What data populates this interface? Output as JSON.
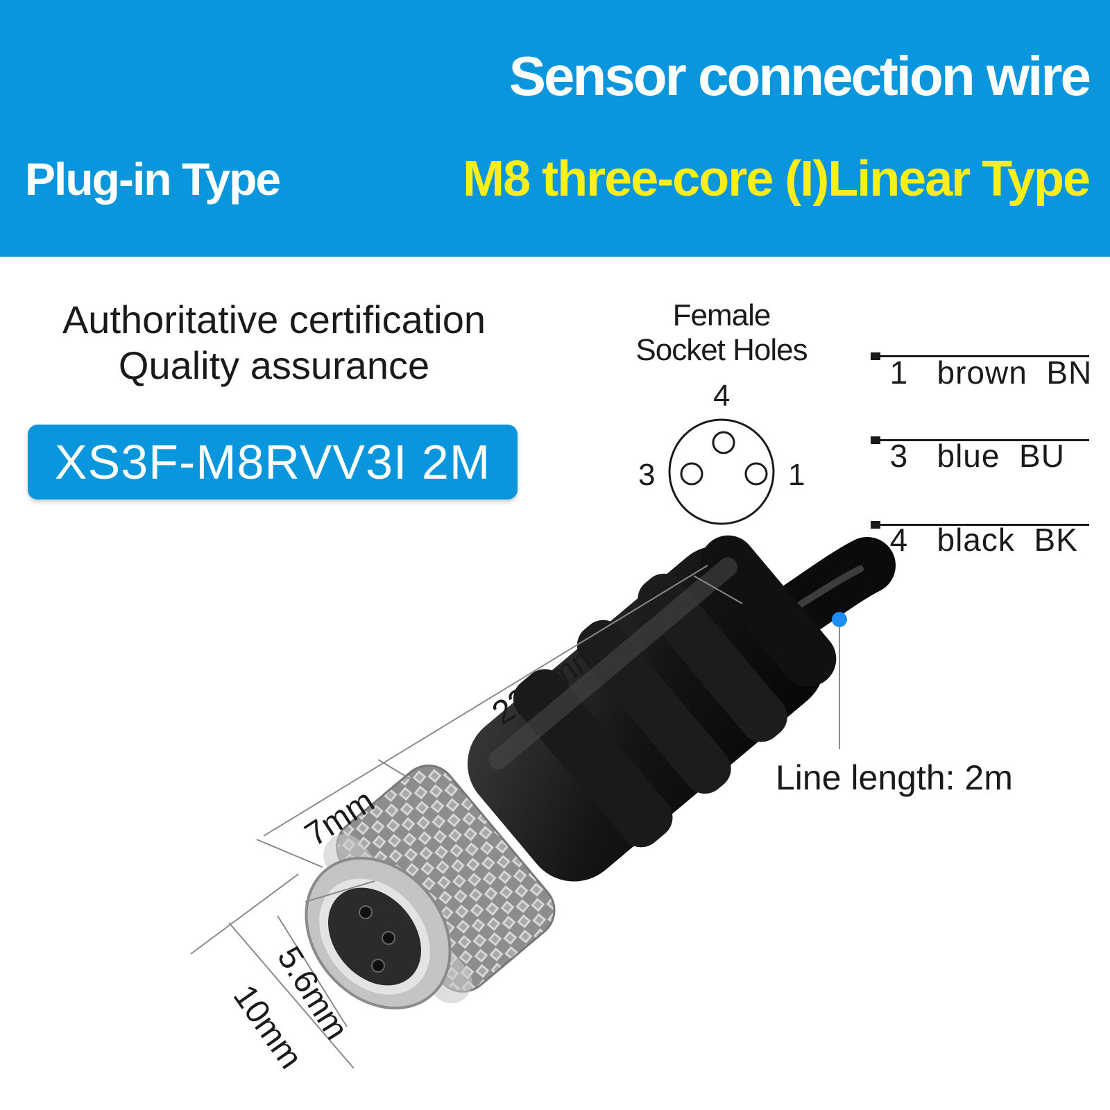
{
  "banner": {
    "title": "Sensor connection wire",
    "left_label": "Plug-in Type",
    "subtitle": "M8 three-core (I)Linear Type",
    "background_color": "#0a96dd",
    "subtitle_color": "#ffee1a"
  },
  "certification": {
    "line1": "Authoritative certification",
    "line2": "Quality assurance"
  },
  "model": {
    "code": "XS3F-M8RVV3I 2M"
  },
  "socket_diagram": {
    "caption_line1": "Female",
    "caption_line2": "Socket Holes",
    "pins": [
      "4",
      "3",
      "1"
    ]
  },
  "wiring": [
    {
      "pin": "1",
      "color": "brown",
      "code": "BN"
    },
    {
      "pin": "3",
      "color": "blue",
      "code": "BU"
    },
    {
      "pin": "4",
      "color": "black",
      "code": "BK"
    }
  ],
  "dimensions": {
    "length": "22.5mm",
    "nut_length": "7mm",
    "outer_diameter": "10mm",
    "inner_diameter": "5.6mm"
  },
  "cable": {
    "line_length": "Line length: 2m",
    "marker_color": "#1e8cf0"
  }
}
